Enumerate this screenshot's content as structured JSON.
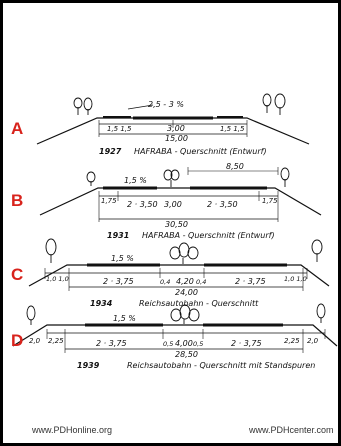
{
  "sections": [
    {
      "letter": "A",
      "year": "1927",
      "caption": "HAFRABA - Querschnitt (Entwurf)",
      "labels": {
        "slope": "2,5 - 3 %",
        "shoulder_left": "1,5  1,5",
        "center": "3,00",
        "shoulder_right": "1,5  1,5",
        "total": "15,00"
      }
    },
    {
      "letter": "B",
      "year": "1931",
      "caption": "HAFRABA - Querschnitt (Entwurf)",
      "labels": {
        "slope": "1,5 %",
        "top_right": "8,50",
        "shoulder_left": "1,75",
        "lanes_left": "2 · 3,50",
        "median": "3,00",
        "lanes_right": "2 · 3,50",
        "shoulder_right": "1,75",
        "total": "30,50"
      }
    },
    {
      "letter": "C",
      "year": "1934",
      "caption": "Reichsautobahn - Querschnitt",
      "labels": {
        "slope": "1,5 %",
        "shoulder_left": "1,0 1,0",
        "lanes_left": "2 · 3,75",
        "edge_left": "0,4",
        "median": "4,20",
        "edge_right": "0,4",
        "lanes_right": "2 · 3,75",
        "shoulder_right": "1,0 1,0",
        "total": "24,00"
      }
    },
    {
      "letter": "D",
      "year": "1939",
      "caption": "Reichsautobahn - Querschnitt mit Standspuren",
      "labels": {
        "slope": "1,5 %",
        "outer_left": "2,0",
        "hard_left": "2,25",
        "lanes_left": "2 · 3,75",
        "edge_left": "0,5",
        "median": "4,00",
        "edge_right": "0,5",
        "lanes_right": "2 · 3,75",
        "hard_right": "2,25",
        "outer_right": "2,0",
        "total": "28,50"
      }
    }
  ],
  "footer": {
    "left": "www.PDHonline.org",
    "right": "www.PDHcenter.com"
  }
}
